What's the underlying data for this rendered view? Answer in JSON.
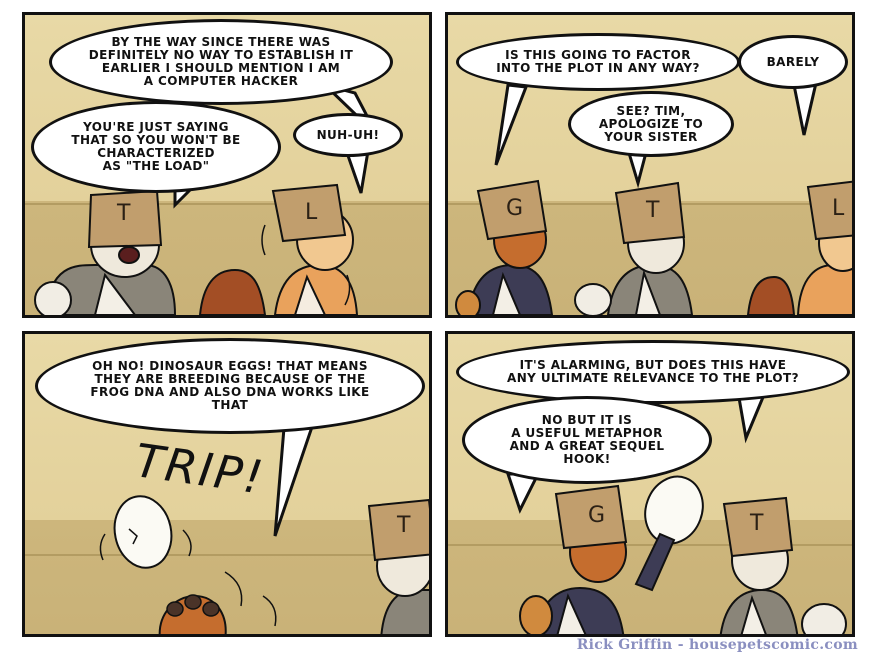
{
  "comic": {
    "panels": [
      {
        "bubbles": [
          {
            "text": "BY THE WAY SINCE THERE WAS\nDEFINITELY NO WAY TO ESTABLISH IT\nEARLIER I SHOULD MENTION I AM\nA COMPUTER HACKER"
          },
          {
            "text": "YOU'RE JUST SAYING\nTHAT SO YOU WON'T BE\nCHARACTERIZED\nAS \"THE LOAD\""
          },
          {
            "text": "NUH-UH!"
          }
        ],
        "bag_letters": [
          "T",
          "L"
        ]
      },
      {
        "bubbles": [
          {
            "text": "IS THIS GOING TO FACTOR\nINTO THE PLOT IN ANY WAY?"
          },
          {
            "text": "BARELY"
          },
          {
            "text": "SEE? TIM,\nAPOLOGIZE TO\nYOUR SISTER"
          }
        ],
        "bag_letters": [
          "G",
          "T",
          "L"
        ]
      },
      {
        "bubbles": [
          {
            "text": "OH NO! DINOSAUR EGGS! THAT MEANS\nTHEY ARE BREEDING BECAUSE OF THE\nFROG DNA AND ALSO DNA WORKS LIKE\nTHAT"
          }
        ],
        "sfx": "TRIP!",
        "bag_letters": [
          "T"
        ]
      },
      {
        "bubbles": [
          {
            "text": "IT'S ALARMING, BUT DOES THIS HAVE\nANY ULTIMATE RELEVANCE TO THE PLOT?"
          },
          {
            "text": "NO BUT IT IS\nA USEFUL METAPHOR\nAND A GREAT SEQUEL\nHOOK!"
          }
        ],
        "bag_letters": [
          "G",
          "T"
        ]
      }
    ],
    "credit": "Rick Griffin  -  housepetscomic.com"
  }
}
